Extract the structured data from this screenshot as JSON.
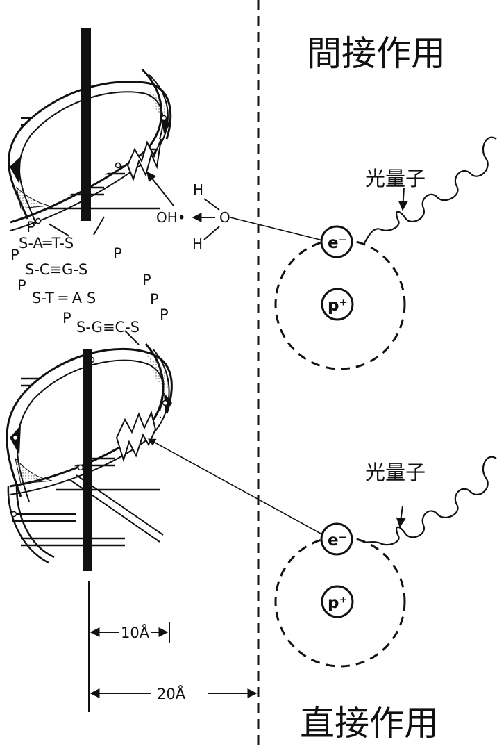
{
  "labels": {
    "indirect_action": "間接作用",
    "direct_action": "直接作用",
    "photon_top": "光量子",
    "photon_bottom": "光量子",
    "electron_top": "e⁻",
    "proton_top": "p⁺",
    "electron_bottom": "e⁻",
    "proton_bottom": "p⁺",
    "water_h_top": "H",
    "water_o": "O",
    "water_h_bottom": "H",
    "hydroxyl": "OH•",
    "dim_10": "10Å",
    "dim_20": "20Å"
  },
  "base_pairs": [
    "S-A═T-S",
    "S-C≡G-S",
    "S-T ═ A S",
    "S-G≡C-S"
  ],
  "phosphates": [
    "P",
    "P",
    "P",
    "P",
    "P",
    "P",
    "P",
    "P"
  ],
  "colors": {
    "ink": "#111111",
    "paper": "#ffffff"
  }
}
